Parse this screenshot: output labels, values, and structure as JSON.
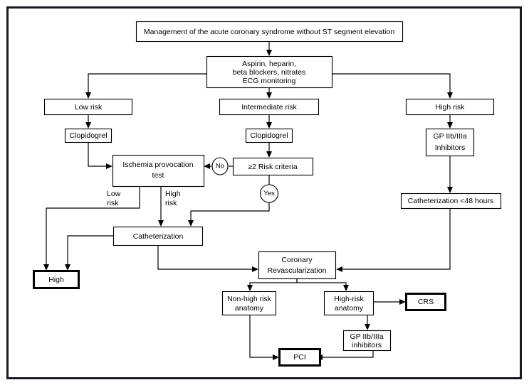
{
  "diagram": {
    "type": "flowchart",
    "title": "Management of the acute coronary syndrome without ST segment elevation",
    "nodes": {
      "title_box": {
        "label": "Management of the acute coronary syndrome without ST segment elevation"
      },
      "initial_therapy": {
        "line1": "Aspirin, heparin,",
        "line2": "beta blockers, nitrates",
        "line3": "ECG monitoring"
      },
      "low_risk": {
        "label": "Low risk"
      },
      "intermediate_risk": {
        "label": "Intermediate risk"
      },
      "high_risk": {
        "label": "High risk"
      },
      "clopidogrel_low": {
        "label": "Clopidogrel"
      },
      "clopidogrel_intermediate": {
        "label": "Clopidogrel"
      },
      "gp_inhibitors_top": {
        "line1": "GP IIb/IIIa",
        "line2": "Inhibitors"
      },
      "ischemia_test": {
        "line1": "Ischemia provocation",
        "line2": "test"
      },
      "risk_criteria": {
        "label": "≥2 Risk criteria"
      },
      "no_connector": {
        "label": "No"
      },
      "yes_connector": {
        "label": "Yes"
      },
      "catheterization_48": {
        "label": "Catheterization <48 hours"
      },
      "catheterization": {
        "label": "Catheterization"
      },
      "high_outcome": {
        "label": "High"
      },
      "coronary_revascularization": {
        "line1": "Coronary",
        "line2": "Revascularization"
      },
      "non_high_risk_anatomy": {
        "line1": "Non-high risk",
        "line2": "anatomy"
      },
      "high_risk_anatomy": {
        "line1": "High-risk",
        "line2": "anatomy"
      },
      "crs": {
        "label": "CRS"
      },
      "gp_inhibitors_bottom": {
        "line1": "GP IIb/IIIa",
        "line2": "inhibitors"
      },
      "pci": {
        "label": "PCI"
      }
    },
    "edge_labels": {
      "ischemia_low_risk_1": "Low",
      "ischemia_low_risk_2": "risk",
      "ischemia_high_risk_1": "High",
      "ischemia_high_risk_2": "risk"
    },
    "colors": {
      "frame": "#1a1a22",
      "stroke": "#000000",
      "fill": "#ffffff",
      "text": "#000000"
    }
  }
}
